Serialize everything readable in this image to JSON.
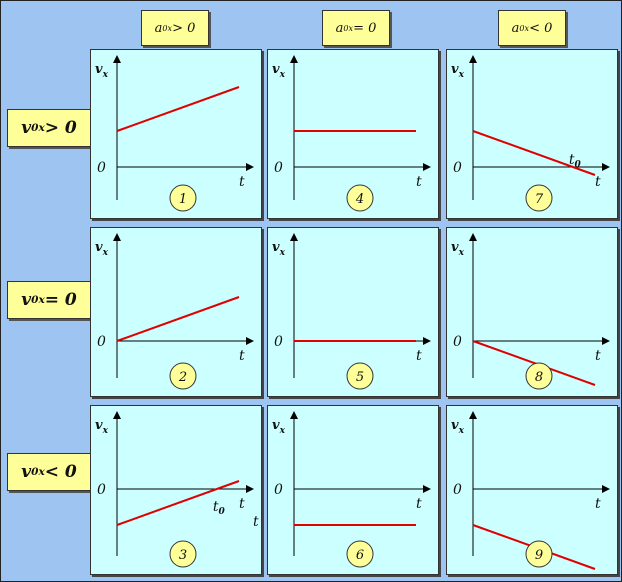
{
  "columns": [
    {
      "base": "a",
      "sub": "0x",
      "rel": " > 0"
    },
    {
      "base": "a",
      "sub": "0x",
      "rel": " = 0"
    },
    {
      "base": "a",
      "sub": "0x",
      "rel": " < 0"
    }
  ],
  "rows": [
    {
      "base": "v",
      "sub": "0x",
      "rel": " > 0"
    },
    {
      "base": "v",
      "sub": "0x",
      "rel": " = 0"
    },
    {
      "base": "v",
      "sub": "0x",
      "rel": " < 0"
    }
  ],
  "axis": {
    "y_label": "v",
    "y_sub": "x",
    "x_label": "t",
    "origin": "0",
    "t0_label": "t",
    "t0_sub": "0"
  },
  "colors": {
    "background": "#9ec4f2",
    "panel": "#ccffff",
    "label_box": "#ffff99",
    "graph_line": "#e00000",
    "circle": "#ffff99"
  },
  "panels": [
    {
      "number": "1",
      "row": 0,
      "col": 0,
      "v0": 1,
      "a": 1,
      "show_t0": false,
      "extra_t": false
    },
    {
      "number": "4",
      "row": 0,
      "col": 1,
      "v0": 1,
      "a": 0,
      "show_t0": false,
      "extra_t": false
    },
    {
      "number": "7",
      "row": 0,
      "col": 2,
      "v0": 1,
      "a": -1,
      "show_t0": true,
      "extra_t": false
    },
    {
      "number": "2",
      "row": 1,
      "col": 0,
      "v0": 0,
      "a": 1,
      "show_t0": false,
      "extra_t": false
    },
    {
      "number": "5",
      "row": 1,
      "col": 1,
      "v0": 0,
      "a": 0,
      "show_t0": false,
      "extra_t": false
    },
    {
      "number": "8",
      "row": 1,
      "col": 2,
      "v0": 0,
      "a": -1,
      "show_t0": false,
      "extra_t": false
    },
    {
      "number": "3",
      "row": 2,
      "col": 0,
      "v0": -1,
      "a": 1,
      "show_t0": true,
      "extra_t": true
    },
    {
      "number": "6",
      "row": 2,
      "col": 1,
      "v0": -1,
      "a": 0,
      "show_t0": false,
      "extra_t": false
    },
    {
      "number": "9",
      "row": 2,
      "col": 2,
      "v0": -1,
      "a": -1,
      "show_t0": false,
      "extra_t": false
    }
  ]
}
